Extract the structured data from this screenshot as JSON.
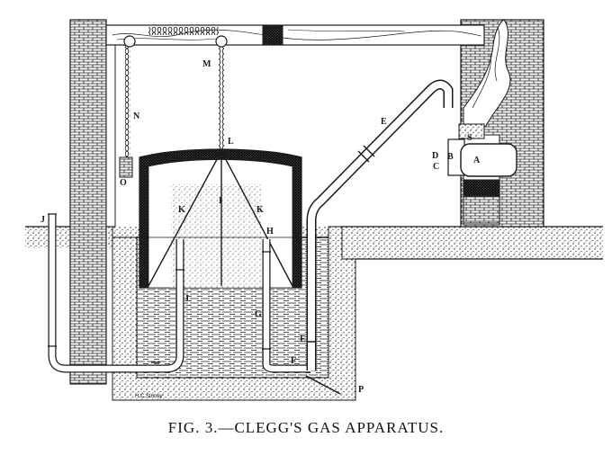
{
  "caption": {
    "prefix": "FIG. 3.",
    "text": "—CLEGG'S GAS APPARATUS."
  },
  "labels": {
    "A": "A",
    "B": "B",
    "C": "C",
    "D": "D",
    "E": "E",
    "F": "F",
    "G": "G",
    "H": "H",
    "I": "I",
    "J": "J",
    "J2": "J",
    "K1": "K",
    "K2": "K",
    "L": "L",
    "M": "M",
    "N": "N",
    "O": "O",
    "P": "P",
    "S": "S"
  },
  "signature": "H.C.Stoney",
  "colors": {
    "ink": "#1a1a1a",
    "paper": "#ffffff"
  }
}
